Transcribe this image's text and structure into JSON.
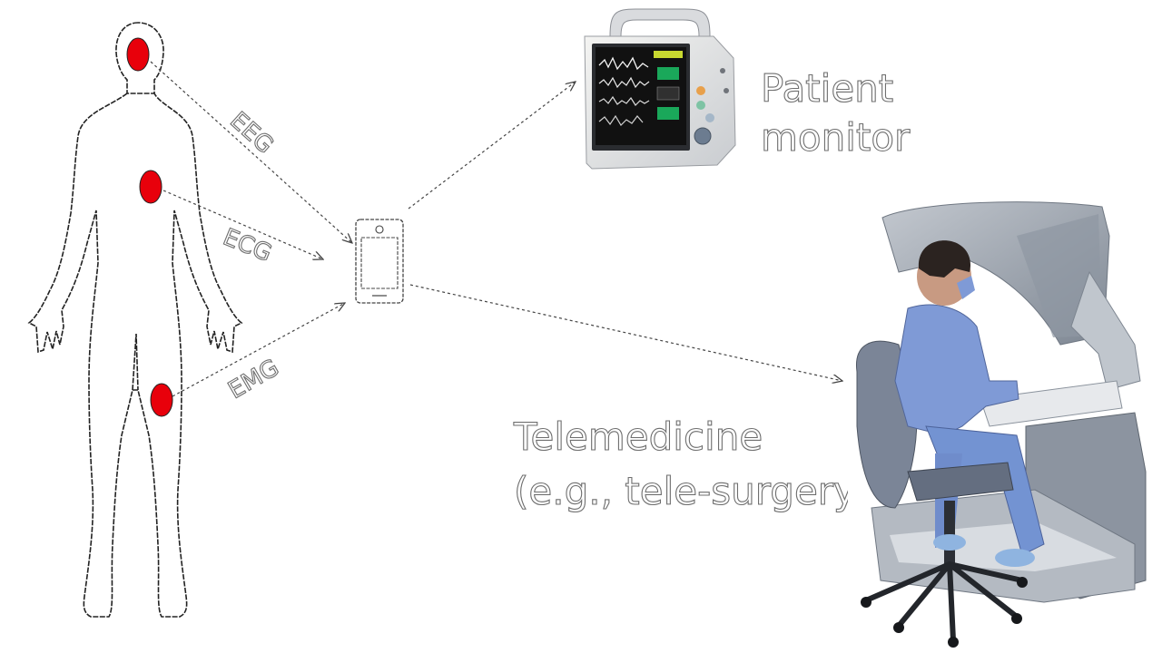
{
  "signals": {
    "eeg": "EEG",
    "ecg": "ECG",
    "emg": "EMG"
  },
  "destinations": {
    "patient_monitor_line1": "Patient",
    "patient_monitor_line2": "monitor",
    "telemedicine_line1": "Telemedicine",
    "telemedicine_line2": "(e.g., tele-surgery)"
  },
  "colors": {
    "sensor": "#e8000b",
    "monitor_screen": "#111111",
    "scrubs": "#7f9ad6",
    "console": "#9aa2ad"
  },
  "icons": {
    "human": "human-body-outline",
    "phone": "smartphone-icon",
    "monitor": "patient-monitor-image",
    "surgeon": "surgical-console-image"
  }
}
